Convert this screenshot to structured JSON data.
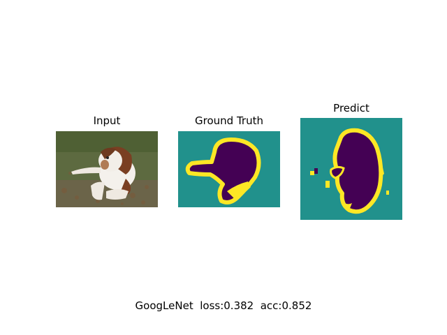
{
  "panels": {
    "input": {
      "title": "Input"
    },
    "truth": {
      "title": "Ground Truth"
    },
    "predict": {
      "title": "Predict"
    }
  },
  "footer": {
    "text": "GoogLeNet  loss:0.382  acc:0.852"
  },
  "colors": {
    "background_class": "#21918c",
    "object_class": "#440154",
    "boundary_class": "#fde725"
  }
}
